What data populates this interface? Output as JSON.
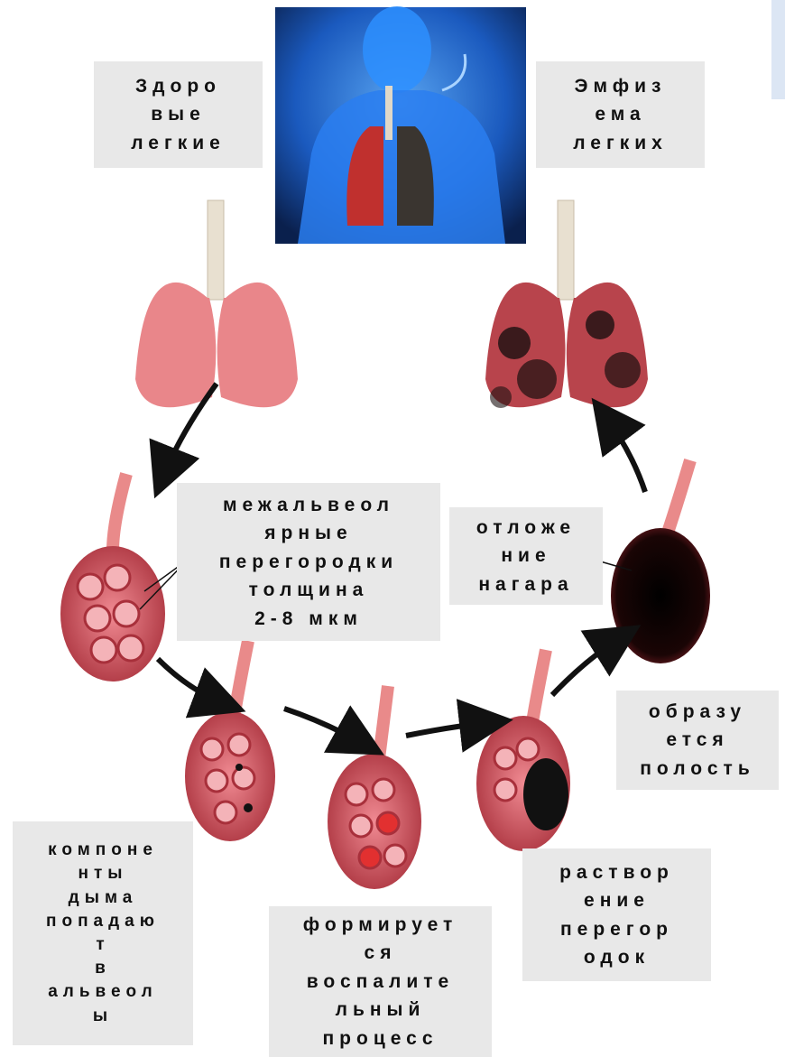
{
  "labels": {
    "healthy_lungs": "Здоро\nвые\nлегкие",
    "emphysema": "Эмфиз\nема\nлегких",
    "septa": "межальвеол\nярные\nперегородки\nтолщина\n2-8 мкм",
    "soot": "отложе\nние\nнагара",
    "cavity": "образу\nется\nполость",
    "smoke_components": "компоне\nнты\nдыма\nпопадаю\nт\nв\nальвеол\nы",
    "inflammation": "формирует\nся\nвоспалите\nльный\nпроцесс",
    "dissolution": "раствор\nение\nперегор\nодок"
  },
  "colors": {
    "lung_healthy": "#e9868a",
    "alveoli": "#c8454f",
    "soot": "#111111",
    "trachea": "#e8e0d0",
    "body_blue": "#1f6fd6"
  },
  "icons": [
    "human-body-smoking-image",
    "healthy-lungs-image",
    "emphysema-lungs-image",
    "alveoli-cluster-image",
    "arrow-icon"
  ]
}
